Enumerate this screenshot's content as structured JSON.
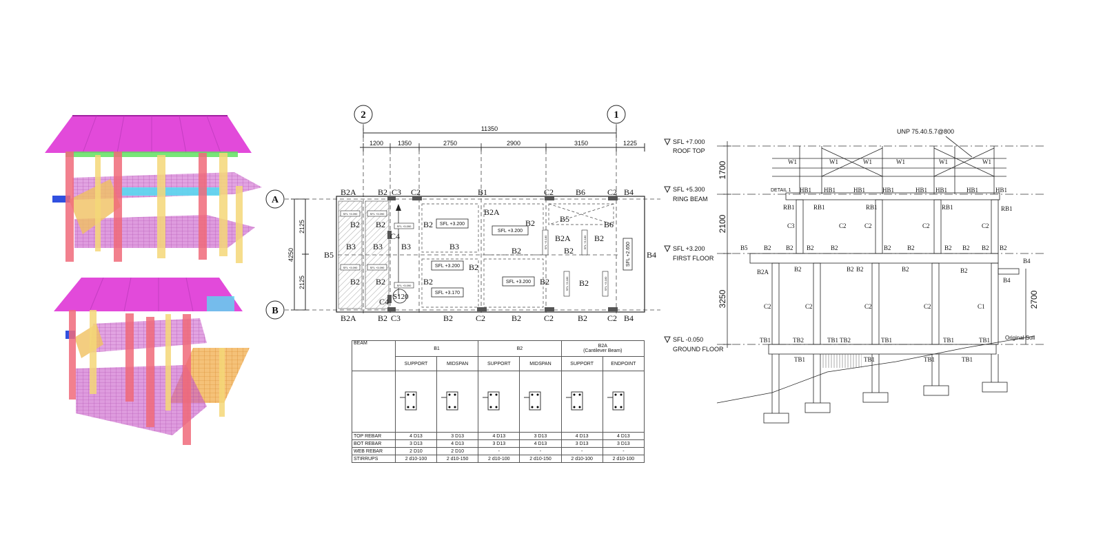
{
  "plan": {
    "grid_top": [
      "2",
      "1"
    ],
    "grid_left": [
      "A",
      "B"
    ],
    "overall_dim": "11350",
    "spans": [
      "1200",
      "1350",
      "2750",
      "2900",
      "3150",
      "1225"
    ],
    "left_dims": [
      "4250",
      "2125",
      "2125"
    ],
    "top_labels": [
      "B2A",
      "B2",
      "C3",
      "C2",
      "B1",
      "C2",
      "B6",
      "C2",
      "B4"
    ],
    "bottom_labels": [
      "B2A",
      "B2",
      "C3",
      "B2",
      "C2",
      "B2",
      "C2",
      "B2",
      "C2",
      "B4"
    ],
    "side_labels": [
      "B5",
      "B4"
    ],
    "inner_labels": [
      "B2",
      "B2",
      "B2",
      "B2A",
      "B2",
      "B5",
      "B2A",
      "B6",
      "B3",
      "B3",
      "B3",
      "B3",
      "C4",
      "B2",
      "B2",
      "B2",
      "B2",
      "B2",
      "B2",
      "B2",
      "B2",
      "B2",
      "C4",
      "S120"
    ],
    "sfl_boxes": [
      "SFL +3.200",
      "SFL +3.200",
      "SFL +3.200",
      "SFL +3.200",
      "SFL +3.170",
      "SFL +2.650"
    ],
    "small_boxes": [
      "SFL +3.090",
      "SFL +3.090",
      "SFL +3.090",
      "SFL +3.090",
      "SFL +3.090",
      "SFL +3.090"
    ],
    "vert_boxes": [
      "SFL +3.180",
      "SFL +3.180",
      "SFL +3.180",
      "SFL +3.180"
    ]
  },
  "table": {
    "corner": "BEAM",
    "groups": [
      "B1",
      "B2",
      "B2A"
    ],
    "group_note": "(Cantilever Beam)",
    "sub": [
      "SUPPORT",
      "MIDSPAN",
      "SUPPORT",
      "MIDSPAN",
      "SUPPORT",
      "ENDPOINT"
    ],
    "rows": [
      {
        "label": "TOP REBAR",
        "cells": [
          "4 D13",
          "3 D13",
          "4 D13",
          "3 D13",
          "4 D13",
          "4 D13"
        ]
      },
      {
        "label": "BOT REBAR",
        "cells": [
          "3 D13",
          "4 D13",
          "3 D13",
          "4 D13",
          "3 D13",
          "3 D13"
        ]
      },
      {
        "label": "WEB REBAR",
        "cells": [
          "2 D10",
          "2 D10",
          "-",
          "-",
          "-",
          "-"
        ]
      },
      {
        "label": "STIRRUPS",
        "cells": [
          "2 d10-100",
          "2 d10-150",
          "2 d10-100",
          "2 d10-150",
          "2 d10-100",
          "2 d10-100"
        ]
      }
    ]
  },
  "section": {
    "levels": [
      {
        "sfl": "SFL +7.000",
        "name": "ROOF TOP"
      },
      {
        "sfl": "SFL +5.300",
        "name": "RING BEAM"
      },
      {
        "sfl": "SFL +3.200",
        "name": "FIRST FLOOR"
      },
      {
        "sfl": "SFL -0.050",
        "name": "GROUND FLOOR"
      }
    ],
    "dims": [
      "1700",
      "2100",
      "3250",
      "2700"
    ],
    "callout": "UNP 75.40.5.7@800",
    "detail": "DETAIL 1",
    "original_soil": "Original Soil",
    "w_labels": [
      "W1",
      "W1",
      "W1",
      "W1",
      "W1",
      "W1"
    ],
    "hb_labels": [
      "HB1",
      "HB1",
      "HB1",
      "HB1",
      "HB1",
      "HB1",
      "HB1",
      "HB1"
    ],
    "rb_labels": [
      "RB1",
      "RB1",
      "RB1",
      "RB1",
      "RB1"
    ],
    "c_upper": [
      "C3",
      "C2",
      "C2",
      "C2",
      "C2"
    ],
    "b2_row": [
      "B5",
      "B2",
      "B2",
      "B2",
      "B2",
      "B2",
      "B2",
      "B2",
      "B2",
      "B2",
      "B2"
    ],
    "b2_lower": [
      "B2A",
      "B2",
      "B2",
      "B2",
      "B2",
      "B2",
      "B4"
    ],
    "b4_side": "B4",
    "c_lower": [
      "C2",
      "C2",
      "C2",
      "C2",
      "C1"
    ],
    "tb_row": [
      "TB1",
      "TB2",
      "TB1",
      "TB2",
      "TB1",
      "TB1",
      "TB1"
    ],
    "tb_lower": [
      "TB1",
      "TB1",
      "TB1",
      "TB1"
    ]
  },
  "colors": {
    "roof": "#e040d8",
    "floor": "#c858c8",
    "column_red": "#f06a7a",
    "column_yellow": "#f5d878",
    "beam_cyan": "#5ad8f0",
    "beam_yellow": "#f0e060",
    "blue": "#3050e0",
    "green": "#60e060",
    "cantilever_orange": "#f0a030"
  }
}
